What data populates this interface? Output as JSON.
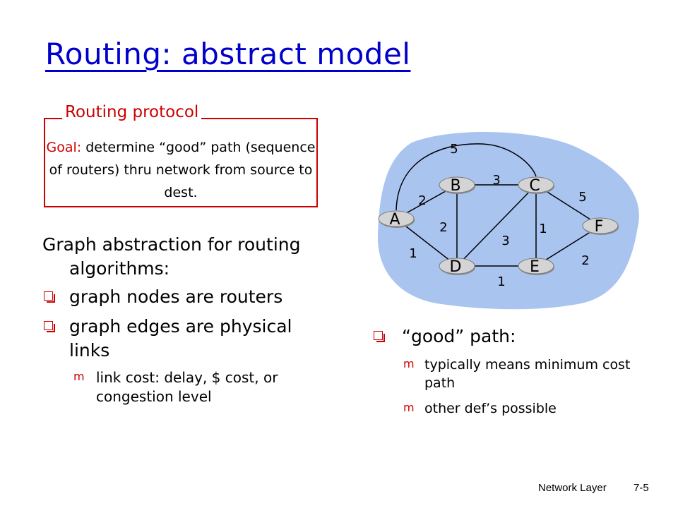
{
  "title": "Routing: abstract model",
  "protocol_box": {
    "label": "Routing protocol",
    "goal_label": "Goal:",
    "goal_text": " determine “good” path (sequence of routers) thru network from source to dest."
  },
  "left": {
    "intro": "Graph abstraction for routing algorithms:",
    "bullets": [
      "graph nodes are routers",
      "graph edges are physical links"
    ],
    "sub_bullet": "link cost: delay, $ cost, or congestion level"
  },
  "graph": {
    "nodes": [
      "A",
      "B",
      "C",
      "D",
      "E",
      "F"
    ],
    "edges": [
      {
        "from": "A",
        "to": "C",
        "cost": "5"
      },
      {
        "from": "A",
        "to": "B",
        "cost": "2"
      },
      {
        "from": "A",
        "to": "D",
        "cost": "1"
      },
      {
        "from": "B",
        "to": "C",
        "cost": "3"
      },
      {
        "from": "B",
        "to": "D",
        "cost": "2"
      },
      {
        "from": "C",
        "to": "D",
        "cost": "3"
      },
      {
        "from": "C",
        "to": "E",
        "cost": "1"
      },
      {
        "from": "C",
        "to": "F",
        "cost": "5"
      },
      {
        "from": "D",
        "to": "E",
        "cost": "1"
      },
      {
        "from": "E",
        "to": "F",
        "cost": "2"
      }
    ],
    "colors": {
      "cloud": "#aac4f0",
      "node_fill": "#d4d4d4",
      "edge": "#000000"
    }
  },
  "right": {
    "bullet": "“good” path:",
    "sub_bullets": [
      "typically means minimum cost path",
      "other def’s possible"
    ]
  },
  "footer": {
    "left": "Network Layer",
    "right": "7-5"
  },
  "colors": {
    "title": "#0000cc",
    "accent": "#cc0000"
  }
}
